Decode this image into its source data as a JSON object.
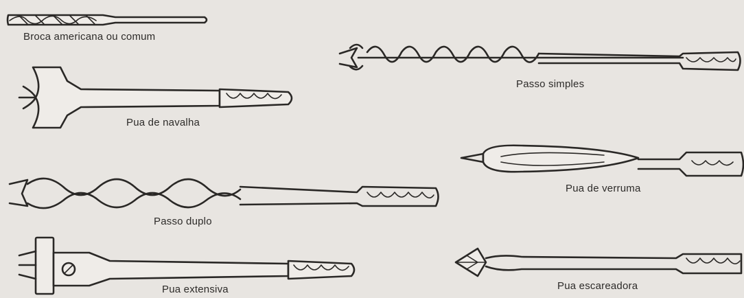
{
  "labels": {
    "broca_americana": "Broca americana ou comum",
    "passo_simples": "Passo simples",
    "pua_de_navalha": "Pua de navalha",
    "pua_de_verruma": "Pua de verruma",
    "passo_duplo": "Passo duplo",
    "pua_extensiva": "Pua extensiva",
    "pua_escareadora": "Pua escareadora"
  },
  "colors": {
    "paper": "#e8e5e1",
    "ink": "#2a2826"
  }
}
